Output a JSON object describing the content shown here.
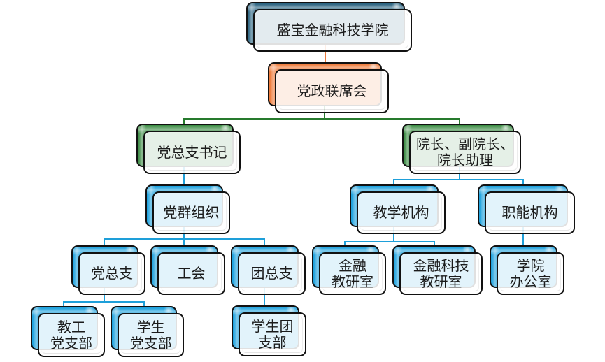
{
  "colors": {
    "level_root": "#2d6582",
    "level_council": "#ee7b3a",
    "level_leadership": "#3c8c44",
    "level_units": "#21a3de",
    "connector_council": "#ea7a3d",
    "connector_leadership": "#267a2d",
    "connector_units": "#1e9fd9",
    "outline": "#111111",
    "text": "#1b1b1b"
  },
  "org_chart": {
    "lines": [
      "盛宝金融科技学院"
    ],
    "children": [
      {
        "lines": [
          "党政联席会"
        ],
        "children": [
          {
            "lines": [
              "党总支书记"
            ],
            "children": [
              {
                "lines": [
                  "党群组织"
                ],
                "children": [
                  {
                    "lines": [
                      "党总支"
                    ],
                    "children": [
                      {
                        "lines": [
                          "教工",
                          "党支部"
                        ]
                      },
                      {
                        "lines": [
                          "学生",
                          "党支部"
                        ]
                      }
                    ]
                  },
                  {
                    "lines": [
                      "工会"
                    ]
                  },
                  {
                    "lines": [
                      "团总支"
                    ],
                    "children": [
                      {
                        "lines": [
                          "学生团",
                          "支部"
                        ]
                      }
                    ]
                  }
                ]
              }
            ]
          },
          {
            "lines": [
              "院长、副院长、",
              "院长助理"
            ],
            "children": [
              {
                "lines": [
                  "教学机构"
                ],
                "children": [
                  {
                    "lines": [
                      "金融",
                      "教研室"
                    ]
                  },
                  {
                    "lines": [
                      "金融科技",
                      "教研室"
                    ]
                  }
                ]
              },
              {
                "lines": [
                  "职能机构"
                ],
                "children": [
                  {
                    "lines": [
                      "学院",
                      "办公室"
                    ]
                  }
                ]
              }
            ]
          }
        ]
      }
    ]
  }
}
